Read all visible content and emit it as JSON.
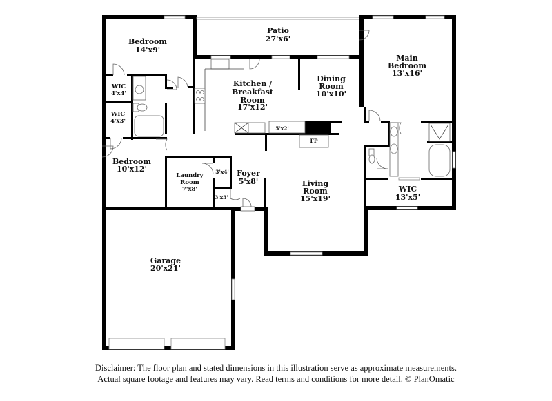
{
  "rooms": {
    "bedroom_nw": {
      "name": "Bedroom",
      "dims": "14'x9'"
    },
    "patio": {
      "name": "Patio",
      "dims": "27'x6'"
    },
    "kitchen": {
      "name_line1": "Kitchen /",
      "name_line2": "Breakfast",
      "name_line3": "Room",
      "dims": "17'x12'"
    },
    "dining": {
      "name_line1": "Dining",
      "name_line2": "Room",
      "dims": "10'x10'"
    },
    "main_bedroom": {
      "name_line1": "Main",
      "name_line2": "Bedroom",
      "dims": "13'x16'"
    },
    "wic_1": {
      "name": "WIC",
      "dims": "4'x4'"
    },
    "wic_2": {
      "name": "WIC",
      "dims": "4'x3'"
    },
    "bedroom_w": {
      "name": "Bedroom",
      "dims": "10'x12'"
    },
    "laundry": {
      "name_line1": "Laundry",
      "name_line2": "Room",
      "dims": "7'x8'"
    },
    "closet_3x4": {
      "dims": "3'x4'"
    },
    "closet_3x3": {
      "dims": "3'x3'"
    },
    "foyer": {
      "name": "Foyer",
      "dims": "5'x8'"
    },
    "pantry": {
      "dims": "5'x2'"
    },
    "fireplace": {
      "label": "FP"
    },
    "living": {
      "name_line1": "Living",
      "name_line2": "Room",
      "dims": "15'x19'"
    },
    "main_wic": {
      "name": "WIC",
      "dims": "13'x5'"
    },
    "garage": {
      "name": "Garage",
      "dims": "20'x21'"
    }
  },
  "disclaimer": {
    "line1": "Disclaimer: The floor plan and stated dimensions in this illustration serve as approximate measurements.",
    "line2": "Actual square footage and features may vary. Read terms and conditions for more detail. © PlanOmatic"
  },
  "colors": {
    "wall": "#000000",
    "background": "#ffffff",
    "fixture_stroke": "#666666"
  }
}
